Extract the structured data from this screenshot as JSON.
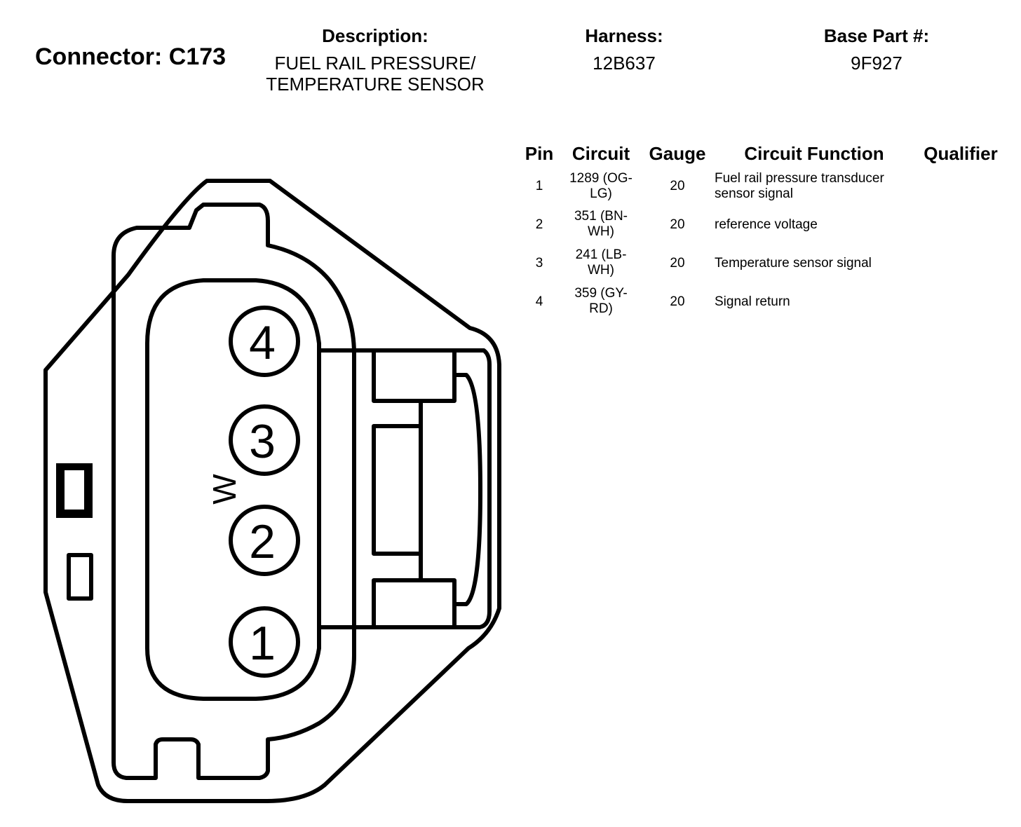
{
  "connector": {
    "label": "Connector: C173"
  },
  "description": {
    "heading": "Description:",
    "line1": "FUEL RAIL PRESSURE/",
    "line2": "TEMPERATURE SENSOR"
  },
  "harness": {
    "heading": "Harness:",
    "value": "12B637"
  },
  "base_part": {
    "heading": "Base Part #:",
    "value": "9F927"
  },
  "table": {
    "headers": {
      "pin": "Pin",
      "circuit": "Circuit",
      "gauge": "Gauge",
      "function": "Circuit Function",
      "qualifier": "Qualifier"
    },
    "rows": [
      {
        "pin": "1",
        "circuit_l1": "1289 (OG-",
        "circuit_l2": "LG)",
        "gauge": "20",
        "func_l1": "Fuel rail pressure transducer",
        "func_l2": "sensor signal",
        "qualifier": ""
      },
      {
        "pin": "2",
        "circuit_l1": "351 (BN-",
        "circuit_l2": "WH)",
        "gauge": "20",
        "func_l1": "reference voltage",
        "func_l2": "",
        "qualifier": ""
      },
      {
        "pin": "3",
        "circuit_l1": "241 (LB-",
        "circuit_l2": "WH)",
        "gauge": "20",
        "func_l1": "Temperature sensor signal",
        "func_l2": "",
        "qualifier": ""
      },
      {
        "pin": "4",
        "circuit_l1": "359 (GY-",
        "circuit_l2": "RD)",
        "gauge": "20",
        "func_l1": "Signal return",
        "func_l2": "",
        "qualifier": ""
      }
    ]
  },
  "diagram": {
    "pins": [
      "4",
      "3",
      "2",
      "1"
    ],
    "marker": "W",
    "stroke_color": "#000000"
  }
}
